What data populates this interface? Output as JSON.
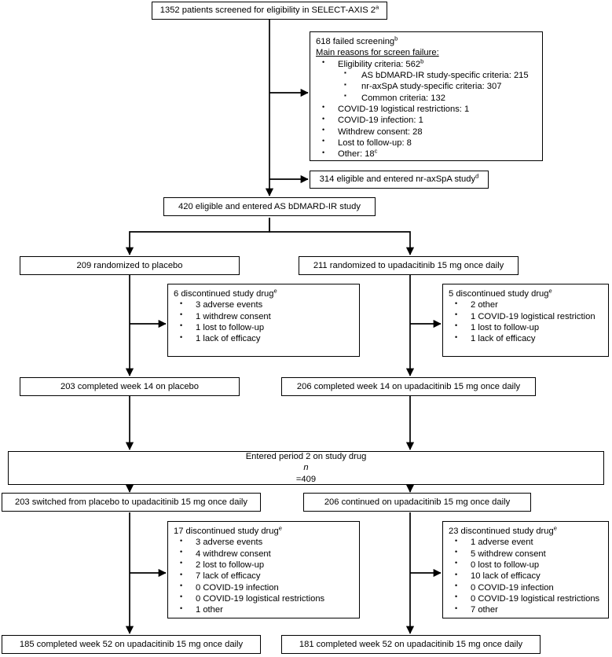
{
  "figure": {
    "type": "consort-flow-diagram",
    "title_text": "1352 patients screened for eligibility in SELECT-AXIS 2",
    "colors": {
      "line": "#000000",
      "box_border": "#000000",
      "background": "#ffffff",
      "text": "#000000"
    }
  },
  "nodes": {
    "screened": {
      "text": "1352 patients screened for eligibility in SELECT-AXIS 2",
      "footnote": "a"
    },
    "screen_failure": {
      "header": "618 failed screening",
      "header_footnote": "b",
      "subheader": "Main reasons for screen failure:",
      "items": [
        {
          "label": "Eligibility criteria: 562",
          "footnote": "b",
          "children": [
            "AS bDMARD-IR study-specific criteria: 215",
            "nr-axSpA study-specific criteria: 307",
            "Common criteria: 132"
          ]
        },
        {
          "label": "COVID-19 logistical restrictions: 1",
          "footnote": "",
          "children": []
        },
        {
          "label": "COVID-19 infection: 1",
          "footnote": "",
          "children": []
        },
        {
          "label": "Withdrew consent: 28",
          "footnote": "",
          "children": []
        },
        {
          "label": "Lost to follow-up: 8",
          "footnote": "",
          "children": []
        },
        {
          "label": "Other: 18",
          "footnote": "c",
          "children": []
        }
      ]
    },
    "nraxspa_entered": {
      "text": "314 eligible and entered nr-axSpA study",
      "footnote": "d"
    },
    "as_entered": {
      "text": "420 eligible and entered AS bDMARD-IR study",
      "footnote": ""
    },
    "randomized_placebo": {
      "text": "209 randomized to placebo",
      "footnote": ""
    },
    "randomized_upa": {
      "text": "211 randomized to upadacitinib 15 mg once daily",
      "footnote": ""
    },
    "discontinued_p1_placebo": {
      "header": "6 discontinued study drug",
      "header_footnote": "e",
      "items": [
        "3 adverse events",
        "1 withdrew consent",
        "1 lost to follow-up",
        "1 lack of efficacy"
      ]
    },
    "discontinued_p1_upa": {
      "header": "5 discontinued study drug",
      "header_footnote": "e",
      "items": [
        "2 other",
        "1 COVID-19 logistical restriction",
        "1 lost to follow-up",
        "1 lack of efficacy"
      ]
    },
    "completed_wk14_placebo": {
      "text": "203 completed week 14 on placebo",
      "footnote": ""
    },
    "completed_wk14_upa": {
      "text": "206 completed week 14 on upadacitinib 15 mg once daily",
      "footnote": ""
    },
    "period2": {
      "line1": "Entered period 2 on study drug",
      "line2_prefix": "n",
      "line2_suffix": "=409"
    },
    "switched_placebo_to_upa": {
      "text": "203 switched from placebo to upadacitinib 15 mg once daily",
      "footnote": ""
    },
    "continued_upa": {
      "text": "206 continued on upadacitinib 15 mg once daily",
      "footnote": ""
    },
    "discontinued_p2_switched": {
      "header": "17 discontinued study drug",
      "header_footnote": "e",
      "items": [
        "3 adverse events",
        "4 withdrew consent",
        "2 lost to follow-up",
        "7 lack of efficacy",
        "0 COVID-19 infection",
        "0 COVID-19 logistical restrictions",
        "1 other"
      ]
    },
    "discontinued_p2_continued": {
      "header": "23 discontinued study drug",
      "header_footnote": "e",
      "items": [
        "1 adverse event",
        "5 withdrew consent",
        "0 lost to follow-up",
        "10 lack of efficacy",
        "0 COVID-19 infection",
        "0 COVID-19 logistical restrictions",
        "7 other"
      ]
    },
    "completed_wk52_switched": {
      "text": "185 completed week 52 on upadacitinib 15 mg once daily",
      "footnote": ""
    },
    "completed_wk52_continued": {
      "text": "181 completed week 52 on upadacitinib 15 mg once daily",
      "footnote": ""
    }
  }
}
